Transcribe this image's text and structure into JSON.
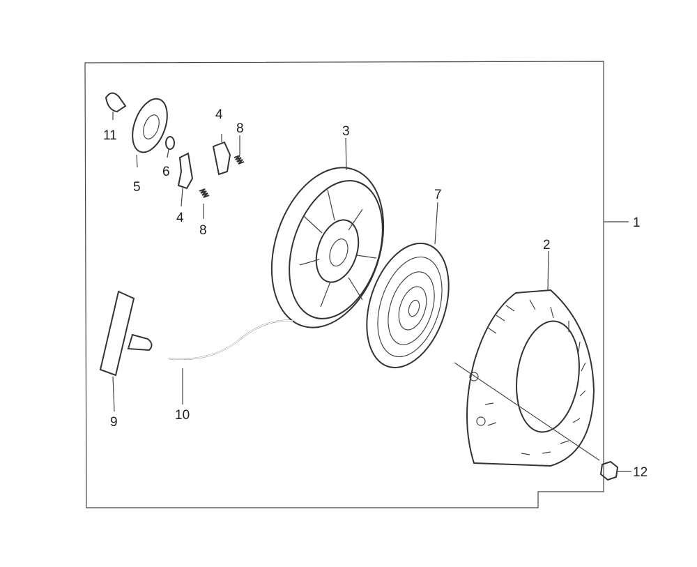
{
  "diagram": {
    "parts": [
      {
        "id": "1",
        "label": "1"
      },
      {
        "id": "2",
        "label": "2"
      },
      {
        "id": "3",
        "label": "3"
      },
      {
        "id": "4a",
        "label": "4"
      },
      {
        "id": "4b",
        "label": "4"
      },
      {
        "id": "5",
        "label": "5"
      },
      {
        "id": "6",
        "label": "6"
      },
      {
        "id": "7",
        "label": "7"
      },
      {
        "id": "8a",
        "label": "8"
      },
      {
        "id": "8b",
        "label": "8"
      },
      {
        "id": "9",
        "label": "9"
      },
      {
        "id": "10",
        "label": "10"
      },
      {
        "id": "11",
        "label": "11"
      },
      {
        "id": "12",
        "label": "12"
      }
    ]
  }
}
